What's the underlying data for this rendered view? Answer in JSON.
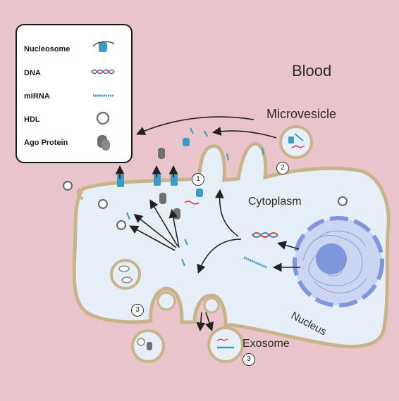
{
  "labels": {
    "blood": "Blood",
    "microvesicle": "Microvesicle",
    "cytoplasm": "Cytoplasm",
    "nucleus": "Nucleus",
    "exosome": "Exosome"
  },
  "legend": {
    "items": [
      {
        "label": "Nucleosome",
        "icon": "nucleosome-icon"
      },
      {
        "label": "DNA",
        "icon": "dna-icon"
      },
      {
        "label": "miRNA",
        "icon": "mirna-icon"
      },
      {
        "label": "HDL",
        "icon": "hdl-icon"
      },
      {
        "label": "Ago Protein",
        "icon": "ago-protein-icon"
      }
    ]
  },
  "step_markers": [
    "1",
    "2",
    "3",
    "3"
  ],
  "colors": {
    "background": "#e9c5cb",
    "cytoplasm": "#e6eef8",
    "membrane": "#c9b48a",
    "nucleus": "#9fb3e4",
    "nucleolus": "#7f97dc",
    "nucleosome": "#3a9bc4",
    "ago": "#707070",
    "dna_red": "#d0443a",
    "dna_blue": "#4a80c4"
  }
}
